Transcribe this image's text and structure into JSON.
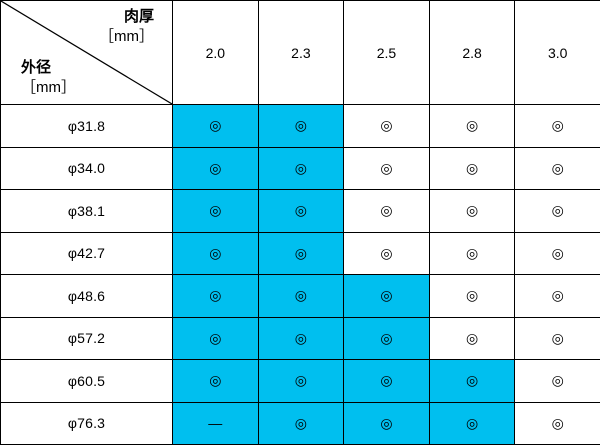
{
  "table": {
    "corner": {
      "thickness_label": "肉厚",
      "thickness_unit": "［mm］",
      "diameter_label": "外径",
      "diameter_unit": "［mm］"
    },
    "highlight_color": "#00bfef",
    "thickness_headers": [
      "2.0",
      "2.3",
      "2.5",
      "2.8",
      "3.0"
    ],
    "rows": [
      {
        "diameter": "φ31.8",
        "cells": [
          "◎",
          "◎",
          "◎",
          "◎",
          "◎"
        ],
        "highlighted": [
          true,
          true,
          false,
          false,
          false
        ]
      },
      {
        "diameter": "φ34.0",
        "cells": [
          "◎",
          "◎",
          "◎",
          "◎",
          "◎"
        ],
        "highlighted": [
          true,
          true,
          false,
          false,
          false
        ]
      },
      {
        "diameter": "φ38.1",
        "cells": [
          "◎",
          "◎",
          "◎",
          "◎",
          "◎"
        ],
        "highlighted": [
          true,
          true,
          false,
          false,
          false
        ]
      },
      {
        "diameter": "φ42.7",
        "cells": [
          "◎",
          "◎",
          "◎",
          "◎",
          "◎"
        ],
        "highlighted": [
          true,
          true,
          false,
          false,
          false
        ]
      },
      {
        "diameter": "φ48.6",
        "cells": [
          "◎",
          "◎",
          "◎",
          "◎",
          "◎"
        ],
        "highlighted": [
          true,
          true,
          true,
          false,
          false
        ]
      },
      {
        "diameter": "φ57.2",
        "cells": [
          "◎",
          "◎",
          "◎",
          "◎",
          "◎"
        ],
        "highlighted": [
          true,
          true,
          true,
          false,
          false
        ]
      },
      {
        "diameter": "φ60.5",
        "cells": [
          "◎",
          "◎",
          "◎",
          "◎",
          "◎"
        ],
        "highlighted": [
          true,
          true,
          true,
          true,
          false
        ]
      },
      {
        "diameter": "φ76.3",
        "cells": [
          "—",
          "◎",
          "◎",
          "◎",
          "◎"
        ],
        "highlighted": [
          true,
          true,
          true,
          true,
          false
        ]
      }
    ]
  }
}
